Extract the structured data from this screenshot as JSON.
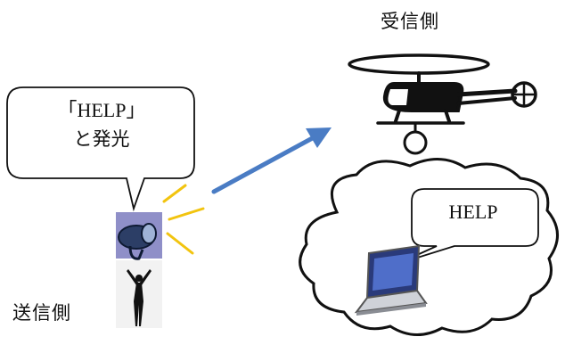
{
  "labels": {
    "receiver": "受信側",
    "sender": "送信側"
  },
  "sender_bubble": {
    "line1": "「HELP」",
    "line2": "と発光"
  },
  "receiver_bubble": {
    "text": "HELP"
  },
  "colors": {
    "arrow": "#4a7cc4",
    "light_rays": "#f2c40f",
    "lamp_panel": "#8f8fc8",
    "outline": "#111111"
  }
}
